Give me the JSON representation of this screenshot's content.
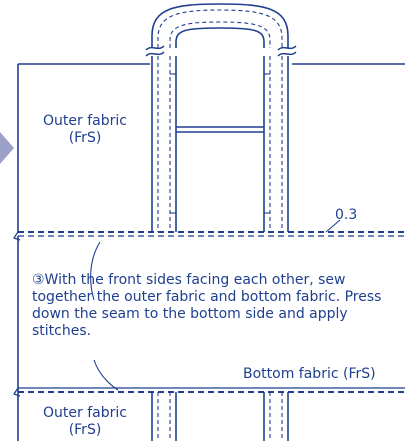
{
  "colors": {
    "line": "#1f3f8f",
    "arrow": "#9aa0c8",
    "background": "#ffffff"
  },
  "labels": {
    "outer_fabric_top": [
      "Outer fabric",
      "(FrS)"
    ],
    "seam_allowance": "0.3",
    "instruction": "③With the front sides facing each other, sew together the outer fabric and bottom fabric. Press down the seam to the bottom side and apply stitches.",
    "bottom_fabric": "Bottom fabric (FrS)",
    "outer_fabric_bottom": [
      "Outer fabric",
      "(FrS)"
    ]
  }
}
